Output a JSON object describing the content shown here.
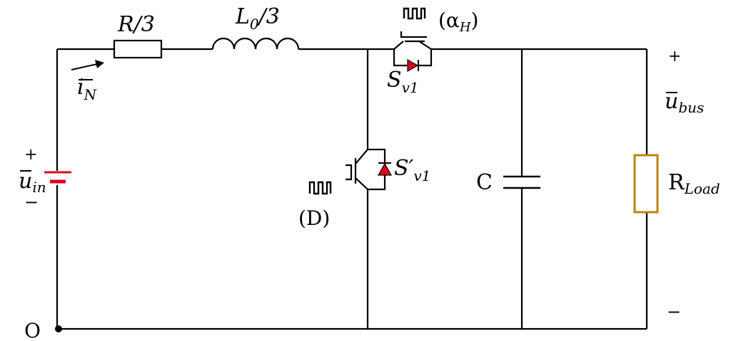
{
  "labels": {
    "resistor": "R/3",
    "inductor": "L",
    "inductor_sub": "0",
    "inductor_tail": "/3",
    "current": "i",
    "current_sub": "N",
    "source_plus": "+",
    "source_minus": "−",
    "source": "u",
    "source_sub": "in",
    "origin": "O",
    "upper_switch_gate": "(α",
    "upper_switch_gate_sub": "H",
    "upper_switch_gate_close": ")",
    "upper_switch": "S",
    "upper_switch_sub": "v1",
    "lower_switch": "S′",
    "lower_switch_sub": "v1",
    "lower_switch_gate": "(D)",
    "capacitor": "C",
    "load": "R",
    "load_sub": "Load",
    "bus_plus": "+",
    "bus_minus": "−",
    "bus": "u",
    "bus_sub": "bus"
  },
  "colors": {
    "wire": "#000000",
    "battery": "#e0001b",
    "diode": "#e0001b",
    "load": "#b8860b"
  }
}
